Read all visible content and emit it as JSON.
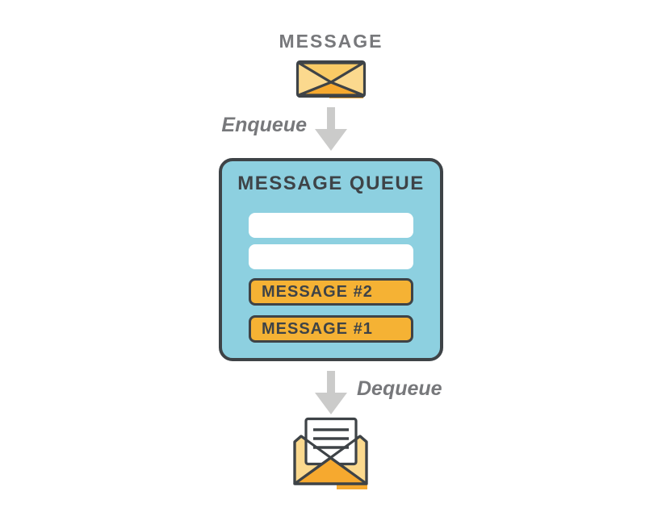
{
  "title": "MESSAGE",
  "flow": {
    "enqueue_label": "Enqueue",
    "dequeue_label": "Dequeue"
  },
  "queue": {
    "title": "MESSAGE QUEUE",
    "slots": [
      {
        "label": "",
        "type": "empty"
      },
      {
        "label": "",
        "type": "empty"
      },
      {
        "label": "MESSAGE #2",
        "type": "filled"
      },
      {
        "label": "MESSAGE #1",
        "type": "filled"
      }
    ]
  },
  "icons": {
    "top": "closed-envelope-icon",
    "enqueue": "down-arrow-icon",
    "dequeue": "down-arrow-icon",
    "bottom": "open-envelope-icon"
  },
  "colors": {
    "queue_bg": "#8DD0E0",
    "outline_dark": "#3E4347",
    "slot_filled": "#F5B234",
    "slot_empty": "#FFFFFF",
    "envelope_light": "#FBD98E",
    "envelope_mid": "#F9CB66",
    "envelope_deep": "#F6A92F",
    "label_gray": "#77787B",
    "arrow_gray": "#CBCBCA"
  }
}
